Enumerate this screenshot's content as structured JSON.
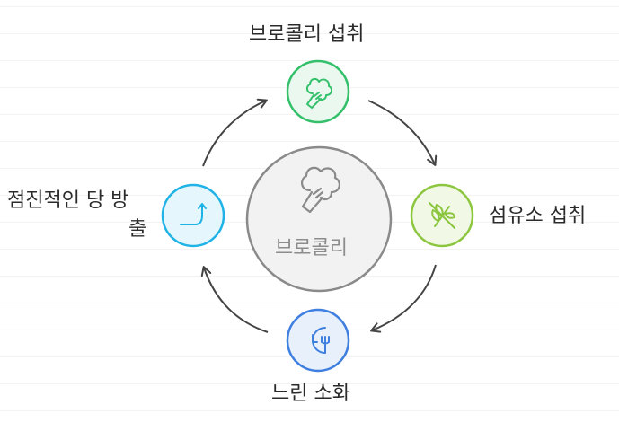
{
  "center": {
    "label": "브로콜리",
    "icon": "broccoli-icon"
  },
  "nodes": [
    {
      "id": "top",
      "label": "브로콜리 섭취",
      "icon": "broccoli-icon",
      "color": "#34c06b"
    },
    {
      "id": "right",
      "label": "섬유소 섭취",
      "icon": "no-grain-icon",
      "color": "#8cc63f"
    },
    {
      "id": "bottom",
      "label": "느린 소화",
      "icon": "digestion-icon",
      "color": "#3f7fe0"
    },
    {
      "id": "left",
      "label_line1": "점진적인 당 방",
      "label_line2": "출",
      "icon": "rising-curve-icon",
      "color": "#1fb3e6"
    }
  ]
}
